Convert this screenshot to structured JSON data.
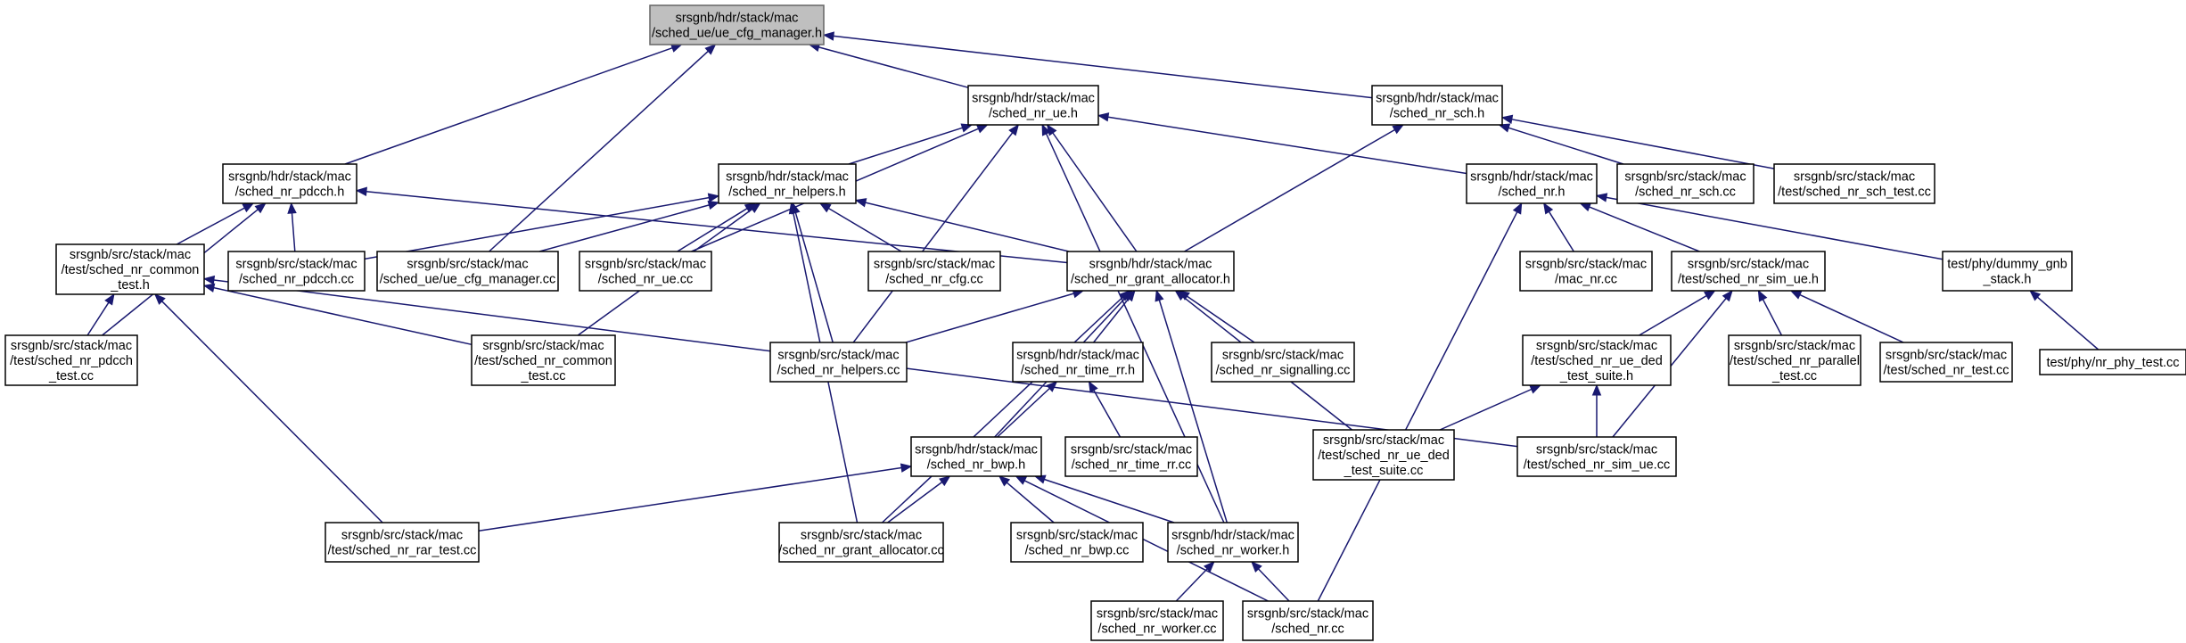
{
  "nodes": [
    {
      "id": "root",
      "lines": [
        "srsgnb/hdr/stack/mac",
        "/sched_ue/ue_cfg_manager.h"
      ],
      "highlighted": true
    },
    {
      "id": "sched_nr_ue_h",
      "lines": [
        "srsgnb/hdr/stack/mac",
        "/sched_nr_ue.h"
      ]
    },
    {
      "id": "sched_nr_sch_h",
      "lines": [
        "srsgnb/hdr/stack/mac",
        "/sched_nr_sch.h"
      ]
    },
    {
      "id": "sched_nr_pdcch_h",
      "lines": [
        "srsgnb/hdr/stack/mac",
        "/sched_nr_pdcch.h"
      ]
    },
    {
      "id": "sched_nr_helpers_h",
      "lines": [
        "srsgnb/hdr/stack/mac",
        "/sched_nr_helpers.h"
      ]
    },
    {
      "id": "sched_nr_h",
      "lines": [
        "srsgnb/hdr/stack/mac",
        "/sched_nr.h"
      ]
    },
    {
      "id": "sched_nr_sch_cc",
      "lines": [
        "srsgnb/src/stack/mac",
        "/sched_nr_sch.cc"
      ]
    },
    {
      "id": "sched_nr_sch_test_cc",
      "lines": [
        "srsgnb/src/stack/mac",
        "/test/sched_nr_sch_test.cc"
      ]
    },
    {
      "id": "sched_nr_common_test_h",
      "lines": [
        "srsgnb/src/stack/mac",
        "/test/sched_nr_common",
        "_test.h"
      ]
    },
    {
      "id": "sched_nr_pdcch_cc",
      "lines": [
        "srsgnb/src/stack/mac",
        "/sched_nr_pdcch.cc"
      ]
    },
    {
      "id": "ue_cfg_manager_cc",
      "lines": [
        "srsgnb/src/stack/mac",
        "/sched_ue/ue_cfg_manager.cc"
      ]
    },
    {
      "id": "sched_nr_ue_cc",
      "lines": [
        "srsgnb/src/stack/mac",
        "/sched_nr_ue.cc"
      ]
    },
    {
      "id": "sched_nr_cfg_cc",
      "lines": [
        "srsgnb/src/stack/mac",
        "/sched_nr_cfg.cc"
      ]
    },
    {
      "id": "sched_nr_grant_allocator_h",
      "lines": [
        "srsgnb/hdr/stack/mac",
        "/sched_nr_grant_allocator.h"
      ]
    },
    {
      "id": "mac_nr_cc",
      "lines": [
        "srsgnb/src/stack/mac",
        "/mac_nr.cc"
      ]
    },
    {
      "id": "sched_nr_sim_ue_h",
      "lines": [
        "srsgnb/src/stack/mac",
        "/test/sched_nr_sim_ue.h"
      ]
    },
    {
      "id": "dummy_gnb_stack_h",
      "lines": [
        "test/phy/dummy_gnb",
        "_stack.h"
      ]
    },
    {
      "id": "sched_nr_pdcch_test_cc",
      "lines": [
        "srsgnb/src/stack/mac",
        "/test/sched_nr_pdcch",
        "_test.cc"
      ]
    },
    {
      "id": "sched_nr_common_test_cc",
      "lines": [
        "srsgnb/src/stack/mac",
        "/test/sched_nr_common",
        "_test.cc"
      ]
    },
    {
      "id": "sched_nr_helpers_cc",
      "lines": [
        "srsgnb/src/stack/mac",
        "/sched_nr_helpers.cc"
      ]
    },
    {
      "id": "sched_nr_time_rr_h",
      "lines": [
        "srsgnb/hdr/stack/mac",
        "/sched_nr_time_rr.h"
      ]
    },
    {
      "id": "sched_nr_signalling_cc",
      "lines": [
        "srsgnb/src/stack/mac",
        "/sched_nr_signalling.cc"
      ]
    },
    {
      "id": "sched_nr_ue_ded_test_suite_h",
      "lines": [
        "srsgnb/src/stack/mac",
        "/test/sched_nr_ue_ded",
        "_test_suite.h"
      ]
    },
    {
      "id": "sched_nr_parallel_test_cc",
      "lines": [
        "srsgnb/src/stack/mac",
        "/test/sched_nr_parallel",
        "_test.cc"
      ]
    },
    {
      "id": "sched_nr_test_cc",
      "lines": [
        "srsgnb/src/stack/mac",
        "/test/sched_nr_test.cc"
      ]
    },
    {
      "id": "nr_phy_test_cc",
      "lines": [
        "test/phy/nr_phy_test.cc"
      ]
    },
    {
      "id": "sched_nr_bwp_h",
      "lines": [
        "srsgnb/hdr/stack/mac",
        "/sched_nr_bwp.h"
      ]
    },
    {
      "id": "sched_nr_time_rr_cc",
      "lines": [
        "srsgnb/src/stack/mac",
        "/sched_nr_time_rr.cc"
      ]
    },
    {
      "id": "sched_nr_ue_ded_test_suite_cc",
      "lines": [
        "srsgnb/src/stack/mac",
        "/test/sched_nr_ue_ded",
        "_test_suite.cc"
      ]
    },
    {
      "id": "sched_nr_sim_ue_cc",
      "lines": [
        "srsgnb/src/stack/mac",
        "/test/sched_nr_sim_ue.cc"
      ]
    },
    {
      "id": "sched_nr_rar_test_cc",
      "lines": [
        "srsgnb/src/stack/mac",
        "/test/sched_nr_rar_test.cc"
      ]
    },
    {
      "id": "sched_nr_grant_allocator_cc",
      "lines": [
        "srsgnb/src/stack/mac",
        "/sched_nr_grant_allocator.cc"
      ]
    },
    {
      "id": "sched_nr_bwp_cc",
      "lines": [
        "srsgnb/src/stack/mac",
        "/sched_nr_bwp.cc"
      ]
    },
    {
      "id": "sched_nr_worker_h",
      "lines": [
        "srsgnb/hdr/stack/mac",
        "/sched_nr_worker.h"
      ]
    },
    {
      "id": "sched_nr_worker_cc",
      "lines": [
        "srsgnb/src/stack/mac",
        "/sched_nr_worker.cc"
      ]
    },
    {
      "id": "sched_nr_cc",
      "lines": [
        "srsgnb/src/stack/mac",
        "/sched_nr.cc"
      ]
    }
  ],
  "edges": [
    {
      "from": "sched_nr_ue_h",
      "to": "root"
    },
    {
      "from": "sched_nr_sch_h",
      "to": "root"
    },
    {
      "from": "sched_nr_pdcch_h",
      "to": "root"
    },
    {
      "from": "ue_cfg_manager_cc",
      "to": "root"
    },
    {
      "from": "sched_nr_helpers_h",
      "to": "sched_nr_ue_h"
    },
    {
      "from": "sched_nr_h",
      "to": "sched_nr_ue_h"
    },
    {
      "from": "sched_nr_ue_cc",
      "to": "sched_nr_ue_h"
    },
    {
      "from": "sched_nr_grant_allocator_h",
      "to": "sched_nr_ue_h"
    },
    {
      "from": "sched_nr_helpers_cc",
      "to": "sched_nr_ue_h"
    },
    {
      "from": "sched_nr_worker_h",
      "to": "sched_nr_ue_h"
    },
    {
      "from": "sched_nr_sch_cc",
      "to": "sched_nr_sch_h"
    },
    {
      "from": "sched_nr_sch_test_cc",
      "to": "sched_nr_sch_h"
    },
    {
      "from": "sched_nr_grant_allocator_h",
      "to": "sched_nr_sch_h"
    },
    {
      "from": "sched_nr_common_test_h",
      "to": "sched_nr_pdcch_h"
    },
    {
      "from": "sched_nr_pdcch_cc",
      "to": "sched_nr_pdcch_h"
    },
    {
      "from": "sched_nr_pdcch_test_cc",
      "to": "sched_nr_pdcch_h"
    },
    {
      "from": "sched_nr_grant_allocator_h",
      "to": "sched_nr_pdcch_h"
    },
    {
      "from": "sched_nr_pdcch_cc",
      "to": "sched_nr_helpers_h"
    },
    {
      "from": "ue_cfg_manager_cc",
      "to": "sched_nr_helpers_h"
    },
    {
      "from": "sched_nr_ue_cc",
      "to": "sched_nr_helpers_h"
    },
    {
      "from": "sched_nr_cfg_cc",
      "to": "sched_nr_helpers_h"
    },
    {
      "from": "sched_nr_grant_allocator_h",
      "to": "sched_nr_helpers_h"
    },
    {
      "from": "sched_nr_helpers_cc",
      "to": "sched_nr_helpers_h"
    },
    {
      "from": "sched_nr_common_test_cc",
      "to": "sched_nr_helpers_h"
    },
    {
      "from": "sched_nr_grant_allocator_cc",
      "to": "sched_nr_helpers_h"
    },
    {
      "from": "mac_nr_cc",
      "to": "sched_nr_h"
    },
    {
      "from": "sched_nr_sim_ue_h",
      "to": "sched_nr_h"
    },
    {
      "from": "dummy_gnb_stack_h",
      "to": "sched_nr_h"
    },
    {
      "from": "sched_nr_cc",
      "to": "sched_nr_h"
    },
    {
      "from": "sched_nr_pdcch_test_cc",
      "to": "sched_nr_common_test_h"
    },
    {
      "from": "sched_nr_common_test_cc",
      "to": "sched_nr_common_test_h"
    },
    {
      "from": "sched_nr_sim_ue_cc",
      "to": "sched_nr_common_test_h"
    },
    {
      "from": "sched_nr_rar_test_cc",
      "to": "sched_nr_common_test_h"
    },
    {
      "from": "sched_nr_helpers_cc",
      "to": "sched_nr_grant_allocator_h"
    },
    {
      "from": "sched_nr_time_rr_h",
      "to": "sched_nr_grant_allocator_h"
    },
    {
      "from": "sched_nr_signalling_cc",
      "to": "sched_nr_grant_allocator_h"
    },
    {
      "from": "sched_nr_ue_ded_test_suite_cc",
      "to": "sched_nr_grant_allocator_h"
    },
    {
      "from": "sched_nr_bwp_h",
      "to": "sched_nr_grant_allocator_h"
    },
    {
      "from": "sched_nr_grant_allocator_cc",
      "to": "sched_nr_grant_allocator_h"
    },
    {
      "from": "sched_nr_worker_h",
      "to": "sched_nr_grant_allocator_h"
    },
    {
      "from": "sched_nr_ue_ded_test_suite_h",
      "to": "sched_nr_sim_ue_h"
    },
    {
      "from": "sched_nr_parallel_test_cc",
      "to": "sched_nr_sim_ue_h"
    },
    {
      "from": "sched_nr_test_cc",
      "to": "sched_nr_sim_ue_h"
    },
    {
      "from": "sched_nr_sim_ue_cc",
      "to": "sched_nr_sim_ue_h"
    },
    {
      "from": "nr_phy_test_cc",
      "to": "dummy_gnb_stack_h"
    },
    {
      "from": "sched_nr_bwp_h",
      "to": "sched_nr_time_rr_h"
    },
    {
      "from": "sched_nr_time_rr_cc",
      "to": "sched_nr_time_rr_h"
    },
    {
      "from": "sched_nr_ue_ded_test_suite_cc",
      "to": "sched_nr_ue_ded_test_suite_h"
    },
    {
      "from": "sched_nr_sim_ue_cc",
      "to": "sched_nr_ue_ded_test_suite_h"
    },
    {
      "from": "sched_nr_rar_test_cc",
      "to": "sched_nr_bwp_h"
    },
    {
      "from": "sched_nr_grant_allocator_cc",
      "to": "sched_nr_bwp_h"
    },
    {
      "from": "sched_nr_bwp_cc",
      "to": "sched_nr_bwp_h"
    },
    {
      "from": "sched_nr_worker_h",
      "to": "sched_nr_bwp_h"
    },
    {
      "from": "sched_nr_cc",
      "to": "sched_nr_bwp_h"
    },
    {
      "from": "sched_nr_worker_cc",
      "to": "sched_nr_worker_h"
    },
    {
      "from": "sched_nr_cc",
      "to": "sched_nr_worker_h"
    }
  ]
}
